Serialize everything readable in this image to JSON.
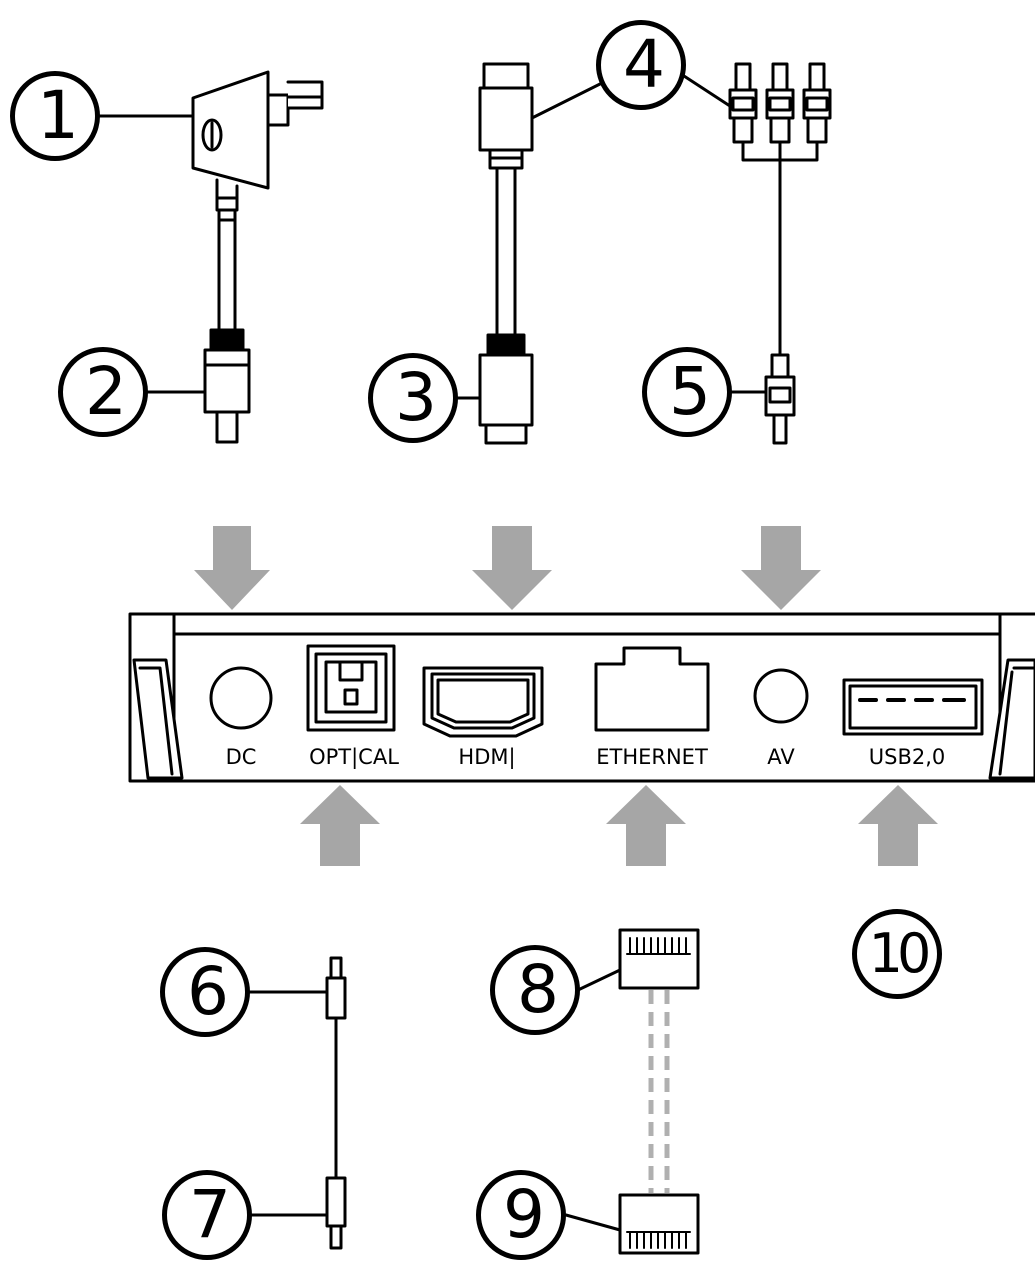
{
  "callouts": [
    {
      "id": "1",
      "text": "1"
    },
    {
      "id": "2",
      "text": "2"
    },
    {
      "id": "3",
      "text": "3"
    },
    {
      "id": "4",
      "text": "4"
    },
    {
      "id": "5",
      "text": "5"
    },
    {
      "id": "6",
      "text": "6"
    },
    {
      "id": "7",
      "text": "7"
    },
    {
      "id": "8",
      "text": "8"
    },
    {
      "id": "9",
      "text": "9"
    },
    {
      "id": "10",
      "text": "10"
    }
  ],
  "ports": [
    {
      "label": "DC"
    },
    {
      "label": "OPT|CAL"
    },
    {
      "label": "HDM|"
    },
    {
      "label": "ETHERNET"
    },
    {
      "label": "AV"
    },
    {
      "label": "USB2,0"
    }
  ],
  "colors": {
    "line": "#000000",
    "arrow": "#a6a6a6",
    "device": "#ffffff",
    "dashed_cable": "#b0b0b0"
  },
  "icons": {
    "arrow": "down-arrow-icon",
    "arrow_up": "up-arrow-icon"
  }
}
